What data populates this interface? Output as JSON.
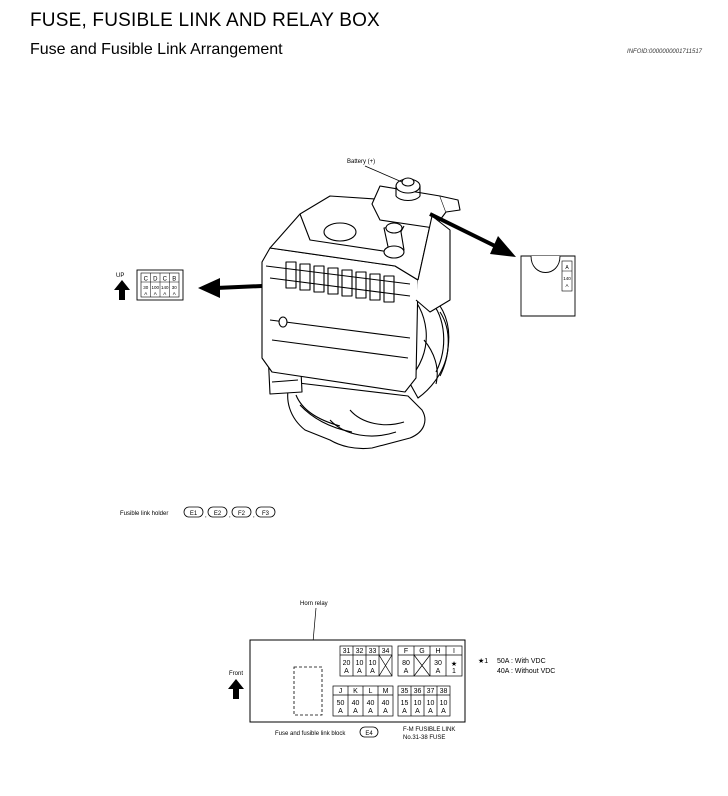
{
  "header": {
    "title": "FUSE, FUSIBLE LINK AND RELAY BOX",
    "subtitle": "Fuse and Fusible Link Arrangement",
    "info_id": "INFOID:0000000001711517"
  },
  "top_diagram": {
    "battery_label": "Battery (+)",
    "up_label": "UP",
    "left_inset": {
      "letters": [
        "C",
        "D",
        "C",
        "B"
      ],
      "values": [
        "30",
        "100",
        "140",
        "30"
      ],
      "units": [
        "A",
        "A",
        "A",
        "A"
      ]
    },
    "right_inset": {
      "letter": "A",
      "value": "140",
      "unit": "A"
    },
    "holder_label": "Fusible link holder",
    "holder_connectors": [
      "E1",
      "E2",
      "F2",
      "F3"
    ]
  },
  "bottom_diagram": {
    "horn_relay_label": "Horn relay",
    "front_label": "Front",
    "top_left_group": {
      "numbers": [
        "31",
        "32",
        "33",
        "34"
      ],
      "values": [
        "20",
        "10",
        "10",
        ""
      ],
      "units": [
        "A",
        "A",
        "A",
        ""
      ]
    },
    "top_right_group": {
      "letters": [
        "F",
        "G",
        "H",
        "I"
      ],
      "values": [
        "80",
        "",
        "30",
        "★"
      ],
      "units": [
        "A",
        "",
        "A",
        "1"
      ]
    },
    "bottom_left_group": {
      "letters": [
        "J",
        "K",
        "L",
        "M"
      ],
      "values": [
        "50",
        "40",
        "40",
        "40"
      ],
      "units": [
        "A",
        "A",
        "A",
        "A"
      ]
    },
    "bottom_right_group": {
      "numbers": [
        "35",
        "36",
        "37",
        "38"
      ],
      "values": [
        "15",
        "10",
        "10",
        "10"
      ],
      "units": [
        "A",
        "A",
        "A",
        "A"
      ]
    },
    "note_marker": "★1",
    "note_line1": "50A : With VDC",
    "note_line2": "40A : Without VDC",
    "block_label": "Fuse and fusible link block",
    "block_connector": "E4",
    "legend_line1": "F-M FUSIBLE LINK",
    "legend_line2": "No.31-38 FUSE"
  }
}
